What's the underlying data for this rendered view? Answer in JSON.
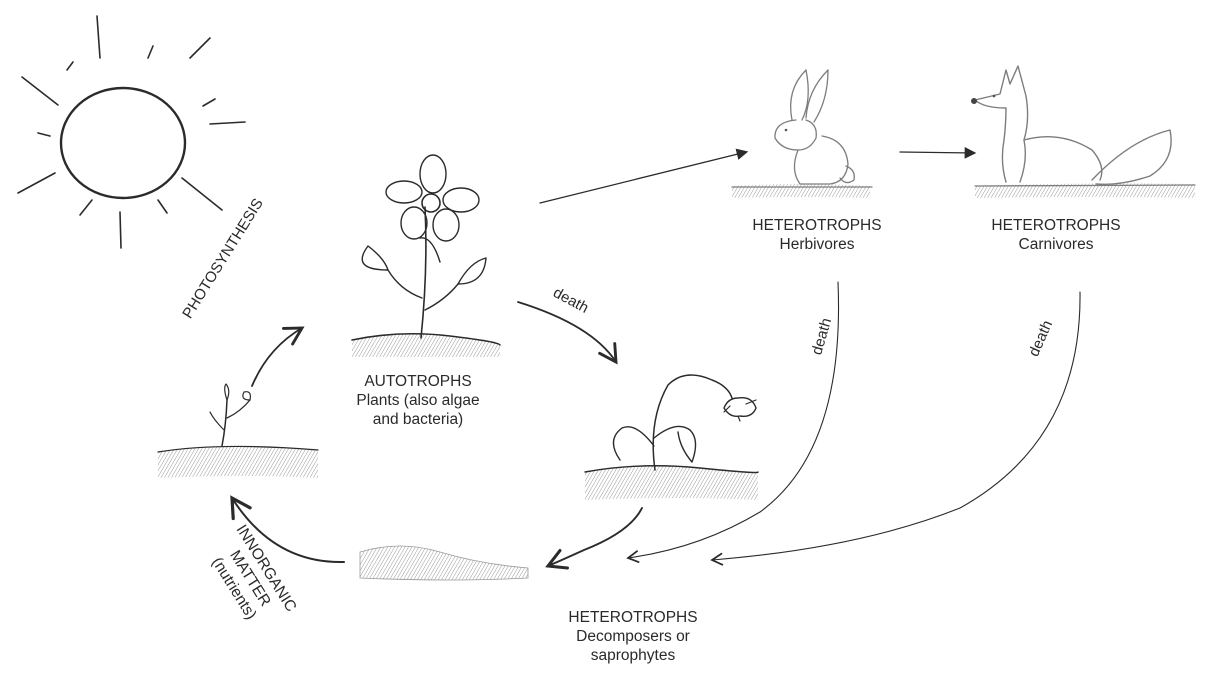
{
  "labels": {
    "photosynthesis": "PHOTOSYNTHESIS",
    "autotrophs": {
      "line1": "AUTOTROPHS",
      "line2": "Plants (also algae",
      "line3": "and bacteria)"
    },
    "herbivores": {
      "line1": "HETEROTROPHS",
      "line2": "Herbivores"
    },
    "carnivores": {
      "line1": "HETEROTROPHS",
      "line2": "Carnivores"
    },
    "decomposers": {
      "line1": "HETEROTROPHS",
      "line2": "Decomposers or",
      "line3": "saprophytes"
    },
    "inorganic": {
      "line1": "INNORGANIC",
      "line2": "MATTER",
      "line3": "(nutrients)"
    },
    "death_plant": "death",
    "death_herbivore": "death",
    "death_carnivore": "death"
  },
  "colors": {
    "ink": "#2b2b2b",
    "pencil": "#7d7d7d",
    "ground": "#b5b5b5"
  }
}
